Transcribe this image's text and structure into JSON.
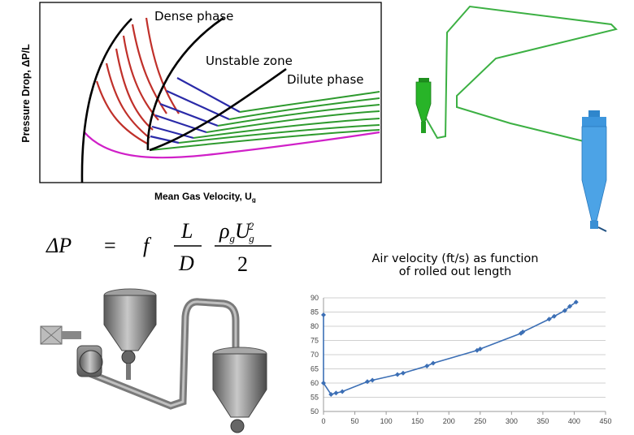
{
  "diagram": {
    "ylabel": "Pressure Drop, ΔP/L",
    "xlabel": "Mean Gas Velocity, U",
    "xlabel_sub": "g",
    "labels": {
      "dense": "Dense phase",
      "unstable": "Unstable zone",
      "dilute": "Dilute phase"
    },
    "colors": {
      "boundary": "#000000",
      "dense": "#c0302a",
      "unstable": "#2a2aa8",
      "dilute": "#2e9a2e",
      "empty_pipe": "#d020c8"
    }
  },
  "equation": {
    "lhs": "ΔP",
    "eq": "=",
    "f": "f",
    "num1": "L",
    "den1": "D",
    "rho": "ρ",
    "rho_sub": "g",
    "u": "U",
    "u_sub": "g",
    "u_sup": "2",
    "den2": "2"
  },
  "illustrations": {
    "pipe_3d_colors": {
      "pipe": "#3cb043",
      "hopper": "#22aa22",
      "cyclone": "#4ca3e6"
    }
  },
  "chart_data": {
    "type": "line",
    "title_line1": "Air velocity (ft/s) as function",
    "title_line2": "of rolled out length",
    "xlim": [
      0,
      450
    ],
    "ylim": [
      50,
      90
    ],
    "xticks": [
      0,
      50,
      100,
      150,
      200,
      250,
      300,
      350,
      400,
      450
    ],
    "yticks": [
      50,
      55,
      60,
      65,
      70,
      75,
      80,
      85,
      90
    ],
    "grid": true,
    "color": "#3c6fb5",
    "x": [
      0,
      0,
      12,
      20,
      30,
      70,
      78,
      118,
      127,
      165,
      175,
      245,
      250,
      315,
      318,
      360,
      368,
      385,
      393,
      403
    ],
    "y": [
      84,
      60,
      56,
      56.5,
      57,
      60.5,
      61,
      63,
      63.5,
      66,
      67,
      71.5,
      72,
      77.5,
      78,
      82.5,
      83.5,
      85.5,
      87,
      88.5
    ]
  }
}
